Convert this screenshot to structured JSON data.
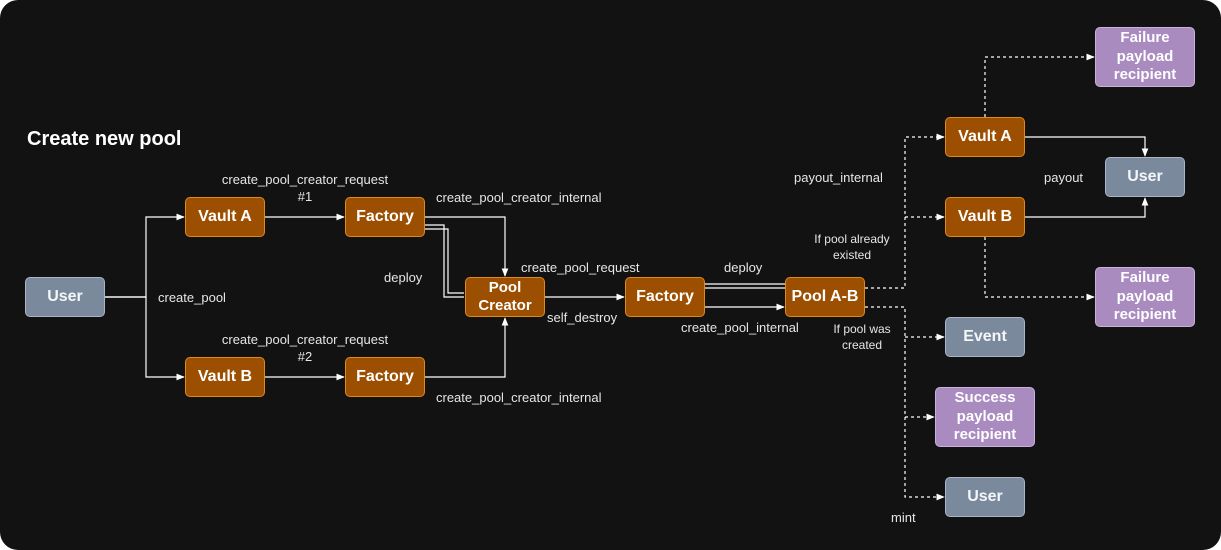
{
  "title": "Create new pool",
  "colors": {
    "background": "#121212",
    "contract": "#9c4f00",
    "contract_border": "#e08a1e",
    "actor": "#7a8a9c",
    "payload": "#a98bc0",
    "edge": "#ffffff"
  },
  "nodes": {
    "user_left": "User",
    "vault_a_1": "Vault A",
    "vault_b_1": "Vault B",
    "factory_1": "Factory",
    "factory_2": "Factory",
    "pool_creator": "Pool\nCreator",
    "factory_3": "Factory",
    "pool_ab": "Pool A-B",
    "vault_a_2": "Vault A",
    "vault_b_2": "Vault B",
    "user_payout": "User",
    "failure_top": "Failure\npayload\nrecipient",
    "failure_bottom": "Failure\npayload\nrecipient",
    "event": "Event",
    "success": "Success\npayload\nrecipient",
    "user_mint": "User"
  },
  "edge_labels": {
    "create_pool": "create_pool",
    "request_1": "create_pool_creator_request\n#1",
    "request_2": "create_pool_creator_request\n#2",
    "internal_top": "create_pool_creator_internal",
    "internal_bottom": "create_pool_creator_internal",
    "deploy_left": "deploy",
    "create_pool_request": "create_pool_request",
    "self_destroy": "self_destroy",
    "deploy_right": "deploy",
    "create_pool_internal": "create_pool_internal",
    "payout_internal": "payout_internal",
    "payout": "payout",
    "pool_existed": "If pool already\nexisted",
    "pool_created": "If pool was\ncreated",
    "mint": "mint"
  }
}
